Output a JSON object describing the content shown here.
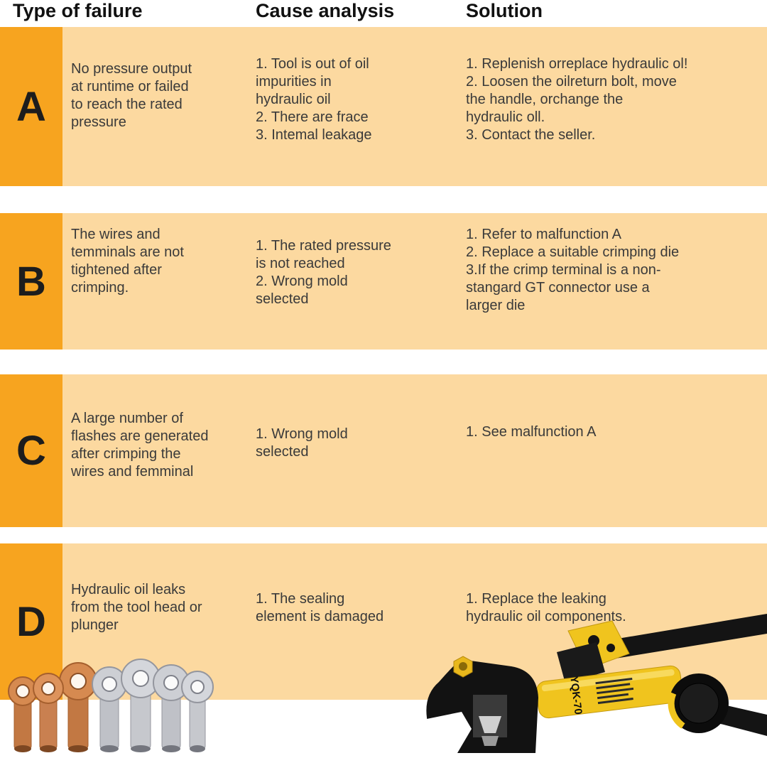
{
  "header": {
    "failure": "Type of failure",
    "cause": "Cause analysis",
    "solution": "Solution"
  },
  "rows": [
    {
      "letter": "A",
      "failure": "No pressure output\nat runtime or failed\nto reach the rated\npressure",
      "cause": "1. Tool is out of oil\nimpurities in\nhydraulic oil\n2. There are frace\n3. Intemal leakage",
      "solution": "1. Replenish orreplace hydraulic ol!\n2. Loosen the oilreturn bolt, move\nthe handle, orchange the\nhydraulic oll.\n3. Contact the seller."
    },
    {
      "letter": "B",
      "failure": "The wires and\ntemminals are not\ntightened after\ncrimping.",
      "cause": "1. The rated pressure\nis not reached\n2. Wrong mold\nselected",
      "solution": "1. Refer to malfunction A\n2. Replace a suitable crimping die\n3.If the crimp terminal is a non-\nstangard GT connector use a\nlarger die"
    },
    {
      "letter": "C",
      "failure": "A large number of\nflashes are generated\nafter crimping the\nwires and femminal",
      "cause": "1. Wrong mold\nselected",
      "solution": "1. See malfunction A"
    },
    {
      "letter": "D",
      "failure": "Hydraulic oil leaks\nfrom the tool head or\nplunger",
      "cause": "1. The sealing\nelement is damaged",
      "solution": "1. Replace the leaking\nhydraulic oil components."
    }
  ],
  "tool": {
    "model_label": "YQK-70"
  },
  "colors": {
    "band": "#fcd9a0",
    "letter_block": "#f7a41f",
    "tool_yellow": "#f0c41e",
    "text": "#3a3a3a"
  }
}
